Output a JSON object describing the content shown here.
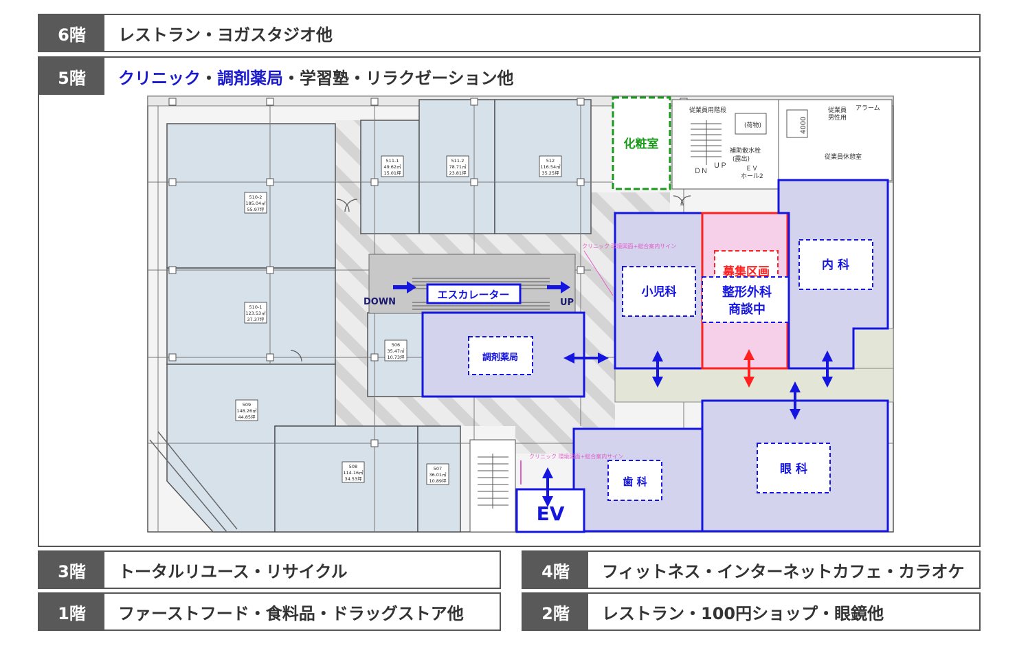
{
  "floors": {
    "f6": {
      "num": "6階",
      "desc": "レストラン・ヨガスタジオ他"
    },
    "f5": {
      "num": "5階",
      "desc_highlight_1": "クリニック",
      "sep_1": "・",
      "desc_highlight_2": "調剤薬局",
      "desc_rest": "・学習塾・リラクゼーション他"
    },
    "f3": {
      "num": "3階",
      "desc": "トータルリユース・リサイクル"
    },
    "f4": {
      "num": "4階",
      "desc": "フィットネス・インターネットカフェ・カラオケ"
    },
    "f1": {
      "num": "1階",
      "desc": "ファーストフード・食料品・ドラッグストア他"
    },
    "f2": {
      "num": "2階",
      "desc": "レストラン・100円ショップ・眼鏡他"
    }
  },
  "plan": {
    "escalator": "エスカレーター",
    "down": "DOWN",
    "up": "UP",
    "powder_room": "化粧室",
    "pharmacy": "調剤薬局",
    "pediatrics": "小児科",
    "recruiting": "募集区画",
    "orthopedics_1": "整形外科",
    "orthopedics_2": "商談中",
    "internal_medicine": "内 科",
    "dental": "歯 科",
    "ophthalmology": "眼 科",
    "ev": "EV",
    "sign_note_1": "クリニック 環境図面+総合案内サイン",
    "sign_note_2": "クリニック 環境図面+総合案内サイン",
    "staff_stairs": "従業員用階段",
    "staff_rest": "従業員休憩室",
    "ev_hall": "ＥＶ",
    "ev_hall_2": "ホール2",
    "dn_label": "ＤＮ",
    "up_label": "ＵＰ",
    "dim_4000": "4000",
    "alarm": "アラーム",
    "luggage": "(荷物)",
    "supply": "補助散水栓",
    "exposed": "(露出)",
    "staff_toilet": "従業員",
    "toilet_2": "男性用",
    "units": [
      {
        "id": "511-1",
        "area": "49.62㎡",
        "tsubo": "15.01坪"
      },
      {
        "id": "511-2",
        "area": "78.71㎡",
        "tsubo": "23.81坪"
      },
      {
        "id": "512",
        "area": "116.54㎡",
        "tsubo": "35.25坪"
      },
      {
        "id": "510-2",
        "area": "185.04㎡",
        "tsubo": "55.97坪"
      },
      {
        "id": "510-1",
        "area": "123.53㎡",
        "tsubo": "37.37坪"
      },
      {
        "id": "506",
        "area": "35.47㎡",
        "tsubo": "10.73坪"
      },
      {
        "id": "509",
        "area": "148.26㎡",
        "tsubo": "44.85坪"
      },
      {
        "id": "508",
        "area": "114.16㎡",
        "tsubo": "34.53坪"
      },
      {
        "id": "507",
        "area": "36.01㎡",
        "tsubo": "10.89坪"
      }
    ]
  },
  "colors": {
    "floor_tab": "#595959",
    "tenant_fill": "#d6e1ea",
    "clinic_fill": "#d3d3ee",
    "clinic_stroke": "#1515e0",
    "recruit_fill": "#f6cfe8",
    "recruit_stroke": "#ff2020",
    "powder_stroke": "#1a9a1a",
    "highlight_text": "#1a1acc"
  }
}
